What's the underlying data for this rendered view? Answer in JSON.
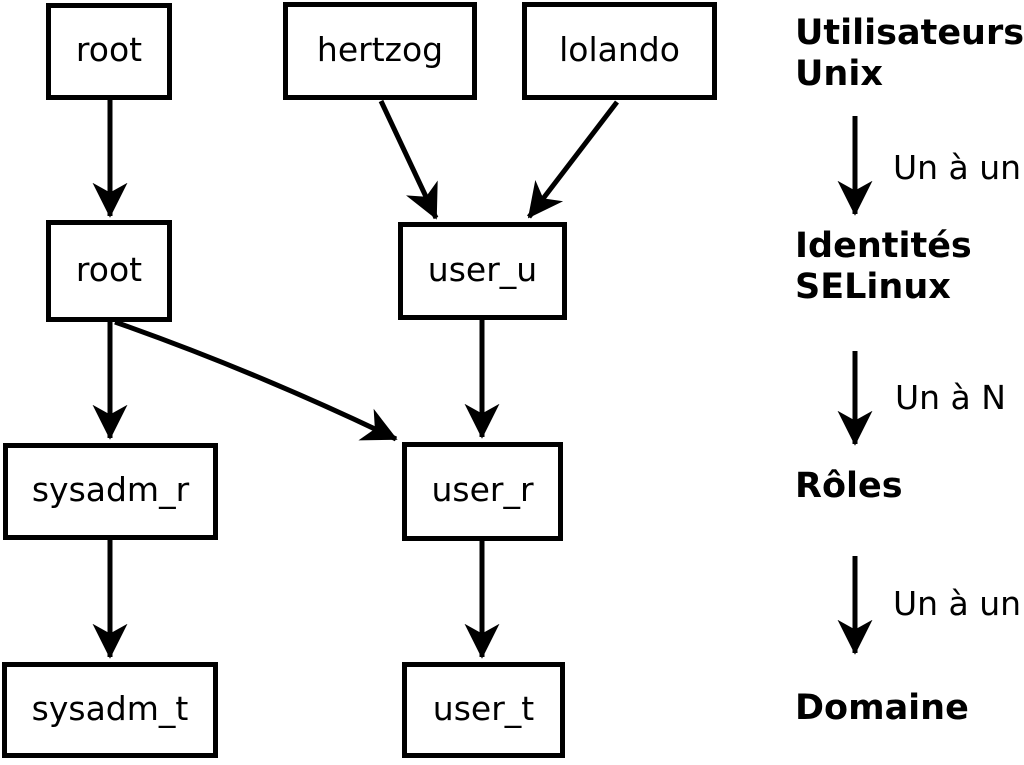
{
  "colors": {
    "ink": "#000000",
    "paper": "#ffffff"
  },
  "unix_users": {
    "root": "root",
    "hertzog": "hertzog",
    "lolando": "lolando"
  },
  "selinux_identities": {
    "root": "root",
    "user_u": "user_u"
  },
  "roles": {
    "sysadm_r": "sysadm_r",
    "user_r": "user_r"
  },
  "domains": {
    "sysadm_t": "sysadm_t",
    "user_t": "user_t"
  },
  "edges": [
    {
      "from": "unix root",
      "to": "selinux root"
    },
    {
      "from": "hertzog",
      "to": "user_u"
    },
    {
      "from": "lolando",
      "to": "user_u"
    },
    {
      "from": "selinux root",
      "to": "sysadm_r"
    },
    {
      "from": "selinux root",
      "to": "user_r"
    },
    {
      "from": "user_u",
      "to": "user_r"
    },
    {
      "from": "sysadm_r",
      "to": "sysadm_t"
    },
    {
      "from": "user_r",
      "to": "user_t"
    }
  ],
  "legend": {
    "unix_users": "Utilisateurs\nUnix",
    "unix_to_selinux": "Un à un",
    "selinux_identities": "Identités\nSELinux",
    "selinux_to_roles": "Un à N",
    "roles": "Rôles",
    "roles_to_domains": "Un à un",
    "domains": "Domaine"
  }
}
